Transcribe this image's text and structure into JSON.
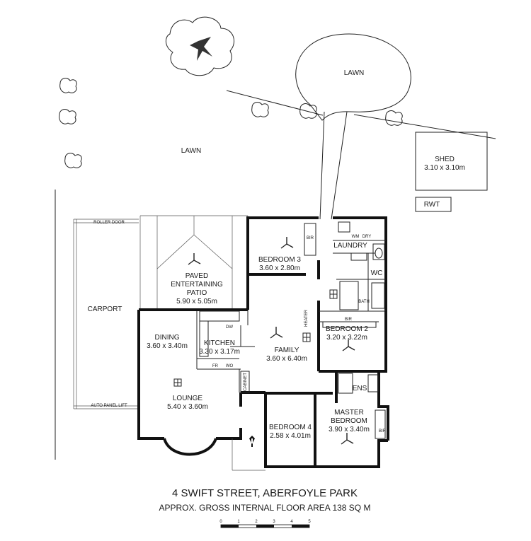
{
  "title": "4 SWIFT STREET, ABERFOYLE PARK",
  "subtitle": "APPROX. GROSS INTERNAL FLOOR AREA  138 SQ M",
  "scale": {
    "ticks": [
      "0",
      "1",
      "2",
      "3",
      "4",
      "5"
    ]
  },
  "outdoor": {
    "lawn_top": "LAWN",
    "lawn_left": "LAWN",
    "shed_name": "SHED",
    "shed_dim": "3.10 x 3.10m",
    "rwt": "RWT",
    "carport": "CARPORT",
    "roller_door": "ROLLER DOOR",
    "auto_panel_lift": "AUTO PANEL LIFT",
    "patio_line1": "PAVED",
    "patio_line2": "ENTERTAINING",
    "patio_line3": "PATIO",
    "patio_dim": "5.90 x 5.05m"
  },
  "rooms": {
    "bedroom3_name": "BEDROOM 3",
    "bedroom3_dim": "3.60 x 2.80m",
    "laundry": "LAUNDRY",
    "wc": "WC",
    "bath": "BATH",
    "bedroom2_name": "BEDROOM 2",
    "bedroom2_dim": "3.20 x 3.22m",
    "dining_name": "DINING",
    "dining_dim": "3.60 x 3.40m",
    "kitchen_name": "KITCHEN",
    "kitchen_dim": "3.30 x 3.17m",
    "family_name": "FAMILY",
    "family_dim": "3.60 x 6.40m",
    "lounge_name": "LOUNGE",
    "lounge_dim": "5.40 x 3.60m",
    "ens": "ENS",
    "master_line1": "MASTER",
    "master_line2": "BEDROOM",
    "master_dim": "3.90 x 3.40m",
    "bedroom4_name": "BEDROOM 4",
    "bedroom4_dim": "2.58 x 4.01m"
  },
  "fixtures": {
    "bir_b3": "BIR",
    "bir_b2": "BIR",
    "bir_master": "BIR",
    "wm": "WM",
    "dry": "DRY",
    "heater": "HEATER",
    "dw": "DW",
    "fr": "FR",
    "wo": "WO",
    "cabinet": "CABINET"
  }
}
